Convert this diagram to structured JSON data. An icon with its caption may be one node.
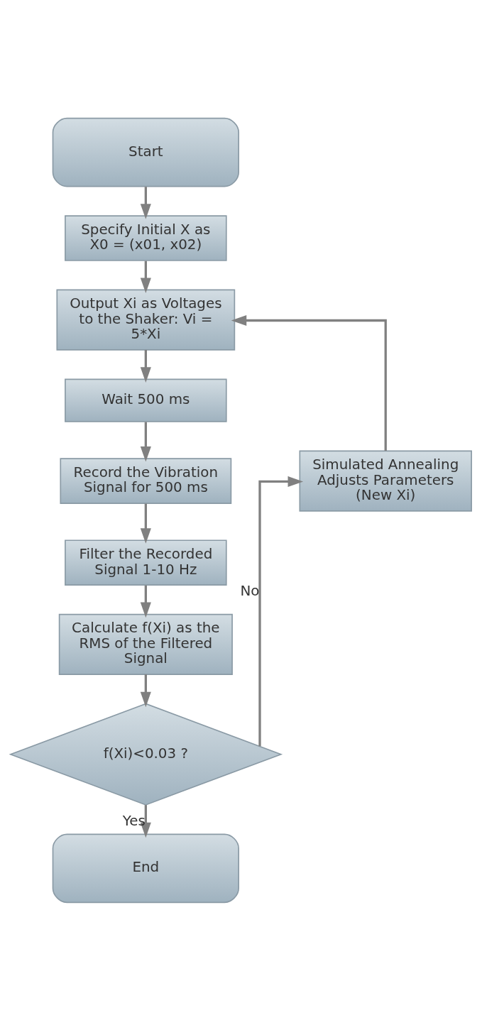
{
  "diagram": {
    "nodes": [
      {
        "text": [
          "Start"
        ]
      },
      {
        "text": [
          "Specify Initial X as X0 = (x01, x02)"
        ]
      },
      {
        "text": [
          "Output Xi as Voltages to the Shaker: Vi = 5*Xi"
        ]
      },
      {
        "text": [
          "Wait 500 ms"
        ]
      },
      {
        "text": [
          "Record the Vibration Signal for 500 ms"
        ]
      },
      {
        "text": [
          "Filter the Recorded Signal 1-10 Hz"
        ]
      },
      {
        "text": [
          "Calculate f(Xi) as the RMS of the Filtered Signal"
        ]
      },
      {
        "text": [
          "f(Xi)<0.03 ?"
        ]
      },
      {
        "text": [
          "Simulated Annealing Adjusts Parameters (New Xi)"
        ]
      },
      {
        "text": [
          "End"
        ]
      }
    ],
    "edges": [
      {
        "from": 0,
        "to": 1,
        "arrow": "to"
      },
      {
        "from": 1,
        "to": 2,
        "arrow": "to"
      },
      {
        "from": 2,
        "to": 3,
        "arrow": "to"
      },
      {
        "from": 3,
        "to": 4,
        "arrow": "to"
      },
      {
        "from": 4,
        "to": 5,
        "arrow": "to"
      },
      {
        "from": 5,
        "to": 6,
        "arrow": "to"
      },
      {
        "from": 6,
        "to": 7,
        "arrow": "to"
      },
      {
        "from": 7,
        "to": 8,
        "arrow": "to",
        "label": "No"
      },
      {
        "from": 8,
        "to": 2,
        "arrow": "to"
      },
      {
        "from": 7,
        "to": 9,
        "arrow": "to",
        "label": "Yes"
      }
    ]
  }
}
